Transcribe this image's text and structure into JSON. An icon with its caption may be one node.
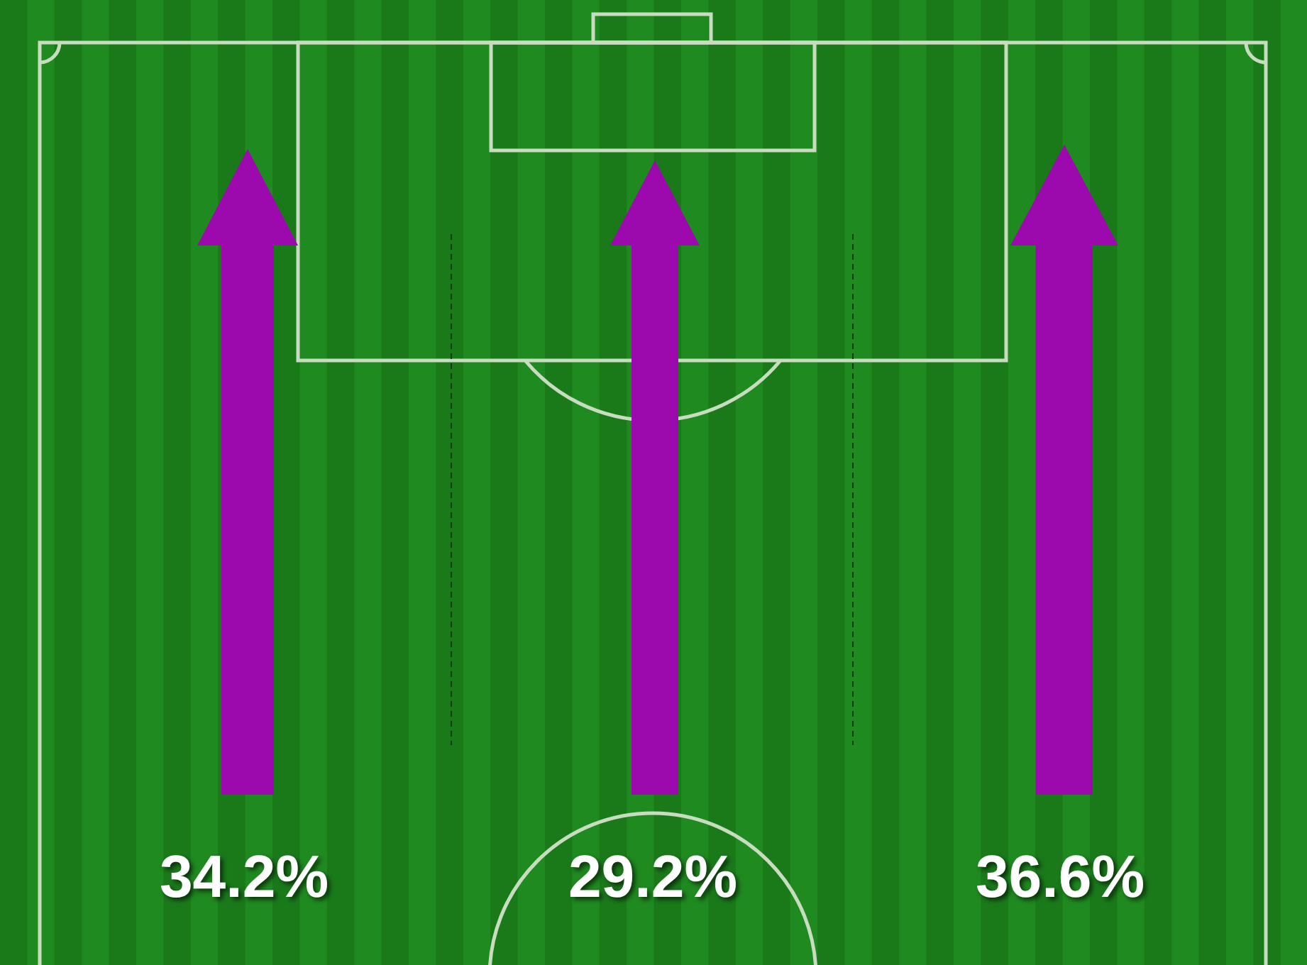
{
  "diagram": {
    "labels": [
      "34.2%",
      "29.2%",
      "36.6%"
    ]
  }
}
